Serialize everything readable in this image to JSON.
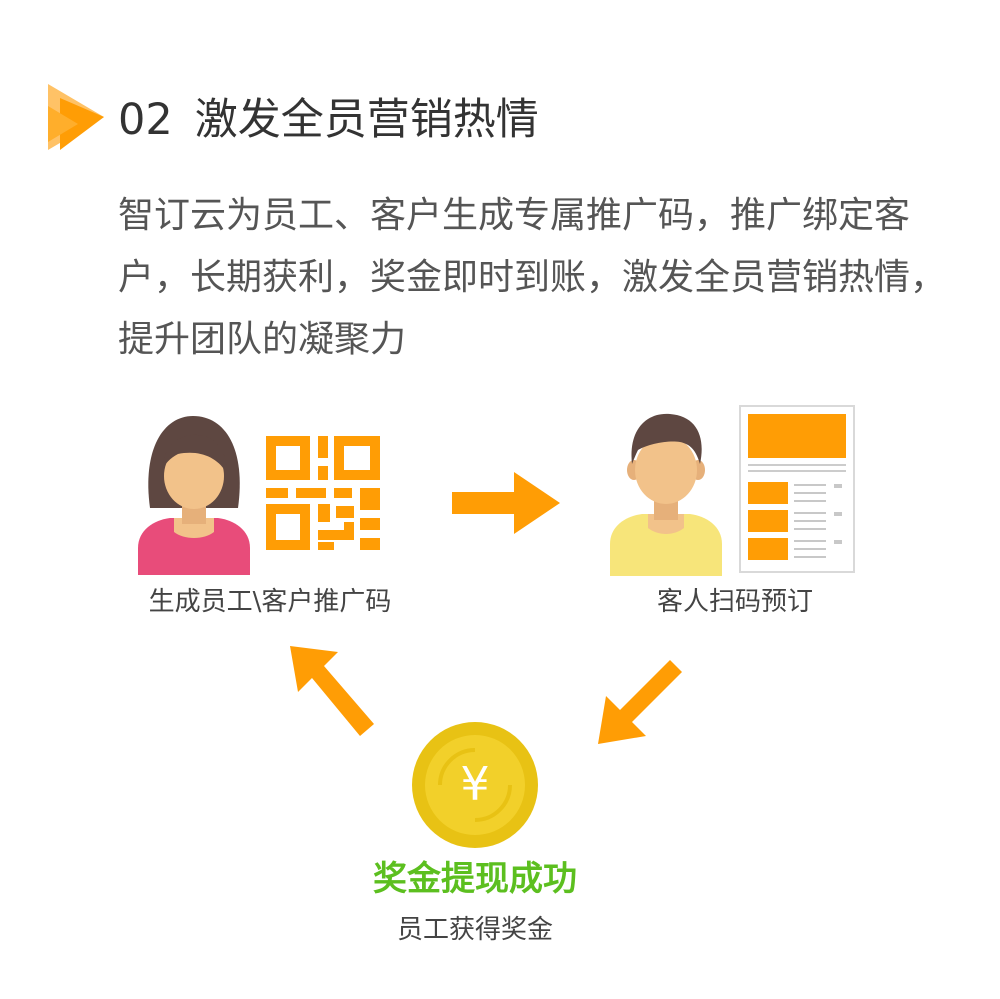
{
  "header": {
    "number": "02",
    "title": "激发全员营销热情"
  },
  "description": {
    "lines": [
      "智订云为员工、客户生成专属推广码，推广绑定客",
      "户，长期获利，奖金即时到账，激发全员营销热情，",
      "提升团队的凝聚力"
    ]
  },
  "flow": {
    "step_employee_label": "生成员工\\客户推广码",
    "step_guest_label": "客人扫码预订",
    "success_title": "奖金提现成功",
    "success_subtitle": "员工获得奖金",
    "coin_symbol": "¥"
  },
  "colors": {
    "orange": "#ff9d05",
    "orange_light": "#ffc266",
    "green": "#5cbf1f",
    "coin": "#e8c214",
    "coin_inner": "#f2d02a",
    "hair": "#5e4741",
    "skin": "#f2c28a",
    "shirt_pink": "#e84c7a",
    "shirt_yellow": "#f7e57a"
  },
  "icons": {
    "header": "play-triangle-icon",
    "qr": "qr-code-icon",
    "document": "booking-form-icon",
    "coin": "yuan-coin-icon"
  }
}
